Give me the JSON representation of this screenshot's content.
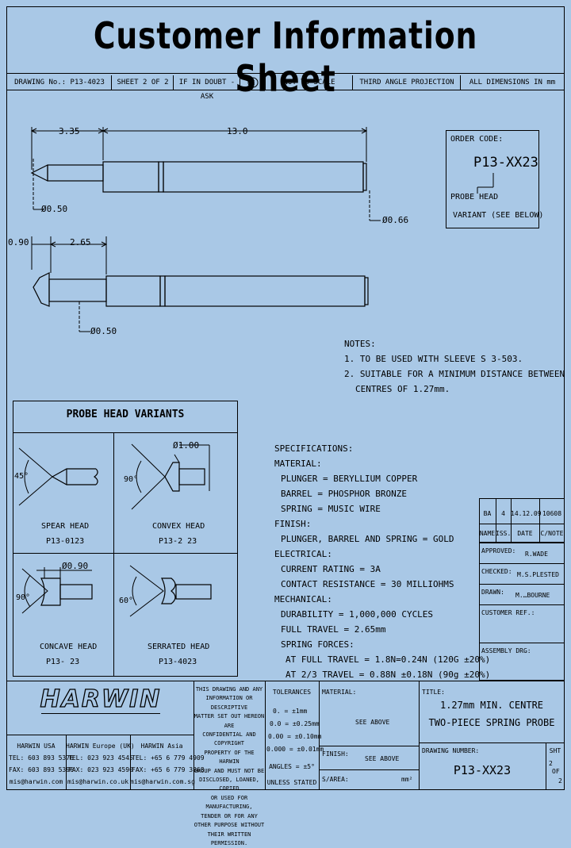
{
  "title": "Customer Information Sheet",
  "header": {
    "drawing_no": "DRAWING No.: P13-4023",
    "sheet": "SHEET 2 OF 2",
    "if_in_doubt": "IF IN DOUBT - ASK",
    "not_to_scale": "NOT TO SCALE",
    "projection": "THIRD ANGLE PROJECTION",
    "dimensions": "ALL DIMENSIONS IN mm"
  },
  "drawing1": {
    "dim_left": "3.35",
    "dim_main": "13.0",
    "dia_tip": "Ø0.50",
    "dia_barrel": "Ø0.66"
  },
  "drawing2": {
    "dim_a": "0.90",
    "dim_b": "2.65",
    "dia": "Ø0.50"
  },
  "order": {
    "label": "ORDER CODE:",
    "code": "P13-XX23",
    "note1": "PROBE HEAD",
    "note2": "VARIANT (SEE BELOW)"
  },
  "notes": {
    "heading": "NOTES:",
    "n1": "1. TO BE USED WITH SLEEVE S 3-503.",
    "n2a": "2. SUITABLE FOR A MINIMUM DISTANCE BETWEEN",
    "n2b": "CENTRES OF 1.27mm."
  },
  "variants": {
    "heading": "PROBE HEAD VARIANTS",
    "spear": {
      "name": "SPEAR HEAD",
      "code": "P13-0123",
      "angle": "45°"
    },
    "convex": {
      "name": "CONVEX HEAD",
      "code": "P13-2 23",
      "angle": "90°",
      "dia": "Ø1.00"
    },
    "concave": {
      "name": "CONCAVE HEAD",
      "code": "P13-  23",
      "angle": "90°",
      "dia": "Ø0.90"
    },
    "serrated": {
      "name": "SERRATED HEAD",
      "code": "P13-4023",
      "angle": "60°"
    }
  },
  "specs": [
    "SPECIFICATIONS:",
    " MATERIAL:",
    "  PLUNGER = BERYLLIUM COPPER",
    "  BARREL = PHOSPHOR BRONZE",
    "  SPRING = MUSIC WIRE",
    " FINISH:",
    "  PLUNGER, BARREL AND SPRING = GOLD",
    " ELECTRICAL:",
    "  CURRENT RATING = 3A",
    "  CONTACT RESISTANCE = 30 MILLIOHMS",
    " MECHANICAL:",
    "  DURABILITY = 1,000,000 CYCLES",
    "  FULL TRAVEL = 2.65mm",
    "  SPRING FORCES:",
    "   AT FULL TRAVEL = 1.8N=0.24N (120G ±20%)",
    "   AT 2/3 TRAVEL = 0.88N ±0.18N (90g ±20%)"
  ],
  "revision": {
    "row": [
      "BA",
      "4",
      "14.12.09",
      "10608"
    ],
    "labels": [
      "NAME",
      "ISS.",
      "DATE",
      "C/NOTE"
    ]
  },
  "approvals": [
    {
      "label": "APPROVED:",
      "value": "R.WADE"
    },
    {
      "label": "CHECKED:",
      "value": "M.S.PLESTED"
    },
    {
      "label": "DRAWN:",
      "value": "M.…BOURNE"
    },
    {
      "label": "CUSTOMER REF.:",
      "value": ""
    },
    {
      "label": "ASSEMBLY DRG:",
      "value": ""
    }
  ],
  "footer": {
    "logo": "HARWIN",
    "offices": [
      {
        "name": "HARWIN USA",
        "tel": "TEL: 603 893 5376",
        "fax": "FAX: 603 893 5396",
        "email": "mis@harwin.com"
      },
      {
        "name": "HARWIN Europe (UK)",
        "tel": "TEL: 023 923 4545",
        "fax": "FAX: 023 923 4590",
        "email": "mis@harwin.co.uk"
      },
      {
        "name": "HARWIN Asia",
        "tel": "TEL: +65 6 779 4909",
        "fax": "FAX: +65 6 779 3868",
        "email": "mis@harwin.com.sg"
      }
    ],
    "disclaimer": [
      "THIS DRAWING AND ANY",
      "INFORMATION OR DESCRIPTIVE",
      "MATTER SET OUT HEREON ARE",
      "CONFIDENTIAL AND COPYRIGHT",
      "PROPERTY OF THE HARWIN",
      "GROUP AND MUST NOT BE",
      "DISCLOSED, LOANED, COPIED",
      "OR USED FOR MANUFACTURING,",
      "TENDER OR FOR ANY",
      "OTHER PURPOSE WITHOUT",
      "THEIR WRITTEN PERMISSION."
    ],
    "tolerances": {
      "heading": "TOLERANCES",
      "rows": [
        "0. = ±1mm",
        "0.0 = ±0.25mm",
        "0.00 = ±0.10mm",
        "0.000 = ±0.01mm"
      ],
      "angles": "ANGLES = ±5°",
      "unless": "UNLESS STATED"
    },
    "material_label": "MATERIAL:",
    "material_value": "SEE ABOVE",
    "finish_label": "FINISH:",
    "finish_value": "SEE ABOVE",
    "sa_label": "S/AREA:",
    "sa_unit": "mm²",
    "title_label": "TITLE:",
    "title_line1": "1.27mm MIN. CENTRE",
    "title_line2": "TWO-PIECE SPRING PROBE",
    "drawing_label": "DRAWING NUMBER:",
    "drawing_number": "P13-XX23",
    "sht_label": "SHT",
    "sht_num": "2",
    "sht_of": "OF",
    "sht_total": "2"
  }
}
